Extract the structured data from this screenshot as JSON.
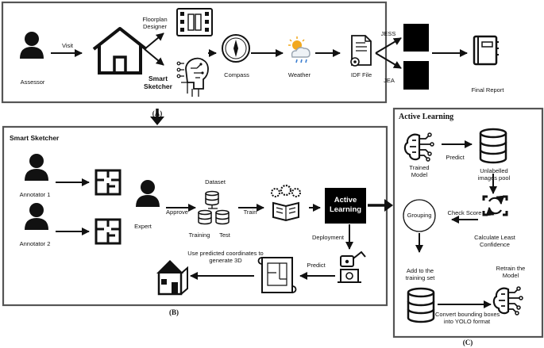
{
  "panelA": {
    "label": "(A)",
    "assessor": "Assessor",
    "visit": "Visit",
    "floorplan_designer_l1": "Floorplan",
    "floorplan_designer_l2": "Designer",
    "smart_sketcher_l1": "Smart",
    "smart_sketcher_l2": "Sketcher",
    "compass": "Compass",
    "weather": "Weather",
    "idf_file": "IDF File",
    "jess": "JESS",
    "jea": "JEA",
    "final_report": "Final Report"
  },
  "panelB": {
    "title": "Smart Sketcher",
    "label": "(B)",
    "annotator1": "Annotator 1",
    "annotator2": "Annotator 2",
    "expert": "Expert",
    "approve": "Approve",
    "dataset": "Dataset",
    "training": "Training",
    "test": "Test",
    "train": "Train",
    "active_learning_l1": "Active",
    "active_learning_l2": "Learning",
    "deployment": "Deployment",
    "predict": "Predict",
    "generate_l1": "Use predicted coordinates to",
    "generate_l2": "generate 3D"
  },
  "panelC": {
    "title": "Active Learning",
    "label": "(C)",
    "trained_model_l1": "Trained",
    "trained_model_l2": "Model",
    "predict": "Predict",
    "unlabelled_l1": "Unlabelled",
    "unlabelled_l2": "images pool",
    "check_score": "Check Score",
    "grouping": "Grouping",
    "calc_l1": "Calculate Least",
    "calc_l2": "Confidence",
    "add_l1": "Add to the",
    "add_l2": "training set",
    "retrain_l1": "Retrain the",
    "retrain_l2": "Model",
    "convert_l1": "Convert bounding boxes",
    "convert_l2": "into YOLO format"
  },
  "colors": {
    "panel_border": "#555555",
    "ink": "#111111",
    "active_box_fill": "#000000",
    "active_box_text": "#ffffff",
    "weather_sun": "#f2a81d",
    "weather_rain": "#3d7fd1",
    "weather_cloud": "#9aa5b1"
  }
}
